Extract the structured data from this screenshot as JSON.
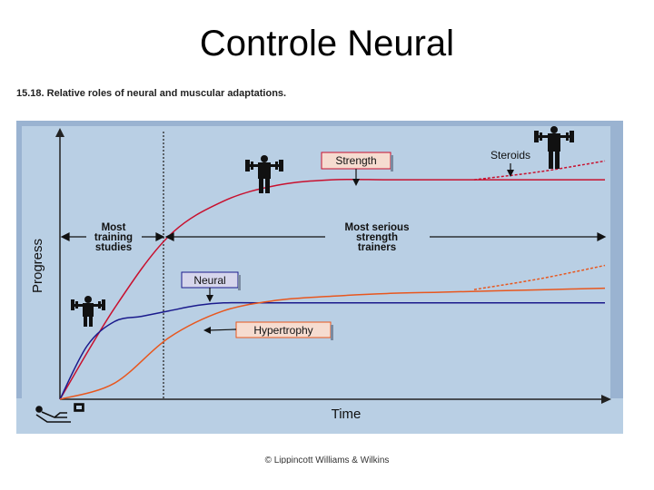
{
  "slide": {
    "title": "Controle Neural",
    "figure_caption": "15.18. Relative roles of neural and muscular adaptations.",
    "copyright": "© Lippincott Williams & Wilkins"
  },
  "colors": {
    "plot_background": "#b9cfe4",
    "frame": "#9ab3d1",
    "strength": "#c8102e",
    "neural": "#1a1a8c",
    "hypertrophy": "#e8571e",
    "label_box": "#f6dcd0"
  },
  "icons": [
    "weightlifter-icon",
    "reclining-person-icon"
  ],
  "chart_data": {
    "type": "line",
    "title": "",
    "xlabel": "Time",
    "ylabel": "Progress",
    "xlim": [
      0,
      100
    ],
    "ylim": [
      0,
      100
    ],
    "grid": false,
    "series": [
      {
        "name": "Strength",
        "color": "#c8102e",
        "dashed": false,
        "x": [
          0,
          10,
          20,
          30,
          40,
          50,
          60,
          70,
          80,
          90,
          100
        ],
        "y": [
          0,
          34,
          61,
          74,
          80,
          82,
          82,
          82,
          82,
          82,
          82
        ]
      },
      {
        "name": "Strength (Steroids)",
        "color": "#c8102e",
        "dashed": true,
        "x": [
          76,
          88,
          100
        ],
        "y": [
          82,
          85,
          89
        ]
      },
      {
        "name": "Neural",
        "color": "#1a1a8c",
        "dashed": false,
        "x": [
          0,
          5,
          10,
          15,
          20,
          25,
          30,
          40,
          50,
          70,
          100
        ],
        "y": [
          0,
          20,
          29,
          31,
          33,
          35,
          36,
          36,
          36,
          36,
          36
        ]
      },
      {
        "name": "Hypertrophy",
        "color": "#e8571e",
        "dashed": false,
        "x": [
          0,
          10,
          20,
          30,
          40,
          50,
          60,
          70,
          80,
          90,
          100
        ],
        "y": [
          0,
          6,
          23,
          33,
          37,
          38.5,
          39.5,
          40,
          40.5,
          41,
          41.5
        ]
      },
      {
        "name": "Hypertrophy (Steroids)",
        "color": "#e8571e",
        "dashed": true,
        "x": [
          76,
          88,
          100
        ],
        "y": [
          41,
          45,
          50
        ]
      }
    ],
    "annotations": {
      "strength_label": "Strength",
      "neural_label": "Neural",
      "hypertrophy_label": "Hypertrophy",
      "steroids_label": "Steroids",
      "most_training_studies": [
        "Most",
        "training",
        "studies"
      ],
      "most_serious_trainers": [
        "Most serious",
        "strength",
        "trainers"
      ]
    }
  }
}
